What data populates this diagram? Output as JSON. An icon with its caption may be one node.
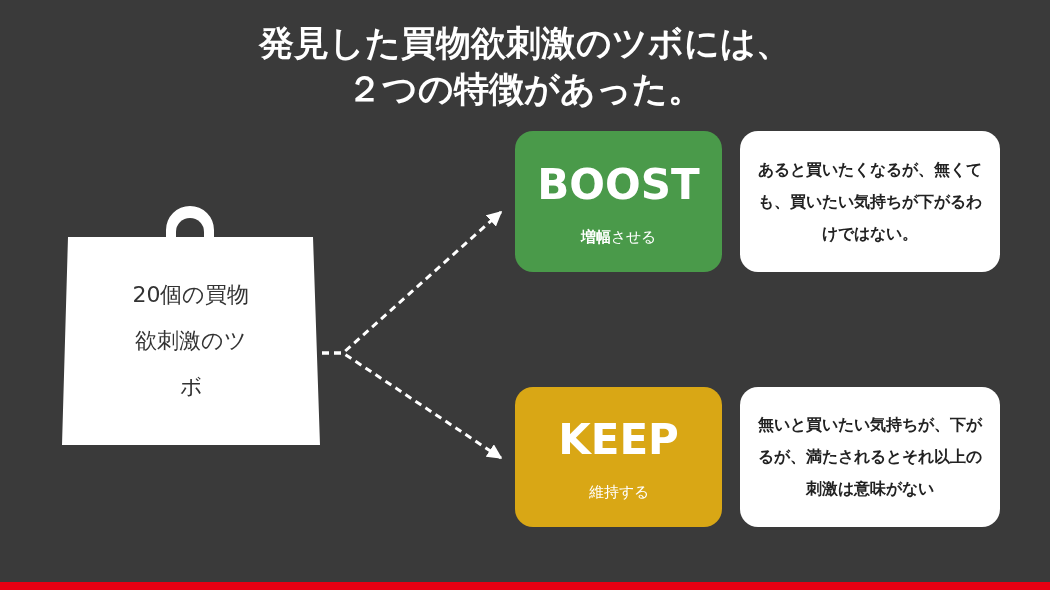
{
  "diagram": {
    "title": "発見した買物欲刺激のツボには、２つの特徴があった。",
    "nodes": [
      {
        "text": [
          "20個の買物欲刺激のツボ"
        ]
      },
      {
        "text": [
          "BOOST",
          "**増幅**させる"
        ]
      },
      {
        "text": [
          "あると買いたくなるが、無くても、買いたい気持ちが下がるわけではない。"
        ]
      },
      {
        "text": [
          "KEEP",
          "維持する"
        ]
      },
      {
        "text": [
          "無いと買いたい気持ちが、下がるが、満たされるとそれ以上の刺激は意味がない"
        ]
      }
    ],
    "edges": [
      {
        "from": 0,
        "to": 1,
        "arrow": "to",
        "style": "dashed"
      },
      {
        "from": 0,
        "to": 3,
        "arrow": "to",
        "style": "dashed"
      }
    ]
  }
}
